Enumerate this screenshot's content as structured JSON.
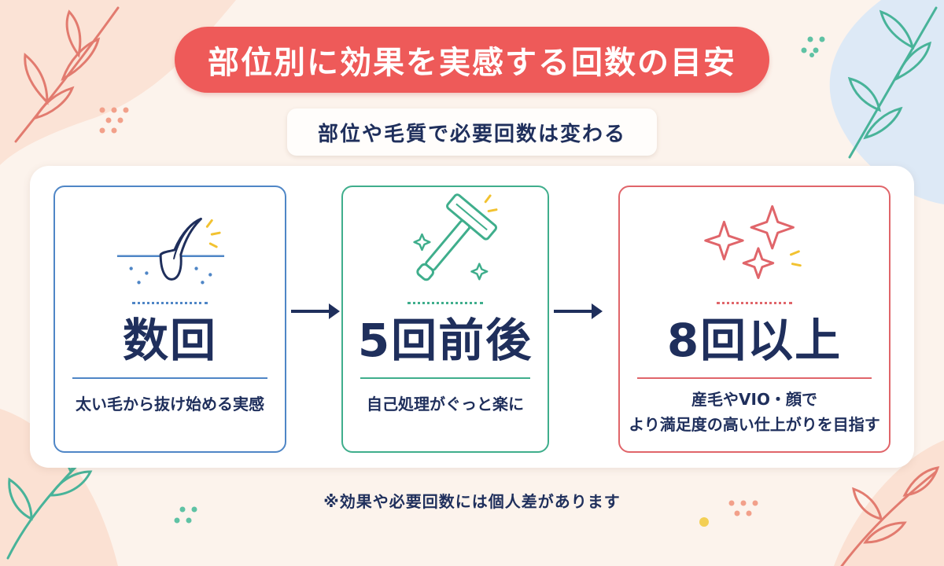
{
  "title": "部位別に効果を実感する回数の目安",
  "subtitle": "部位や毛質で必要回数は変わる",
  "steps": [
    {
      "icon": "hair-follicle-icon",
      "value": "数回",
      "description": "太い毛から抜け始める実感",
      "color": "#4f86c6"
    },
    {
      "icon": "razor-icon",
      "value": "5回前後",
      "description": "自己処理がぐっと楽に",
      "color": "#3fae8c"
    },
    {
      "icon": "sparkle-icon",
      "value": "8回以上",
      "description_line1": "産毛やVIO・顔で",
      "description_line2": "より満足度の高い仕上がりを目指す",
      "color": "#e0656a"
    }
  ],
  "note": "※効果や必要回数には個人差があります",
  "colors": {
    "title_bg": "#ee5a59",
    "text": "#1f2f5c",
    "background": "#fcf3ec",
    "arrow": "#1f2f5c"
  }
}
